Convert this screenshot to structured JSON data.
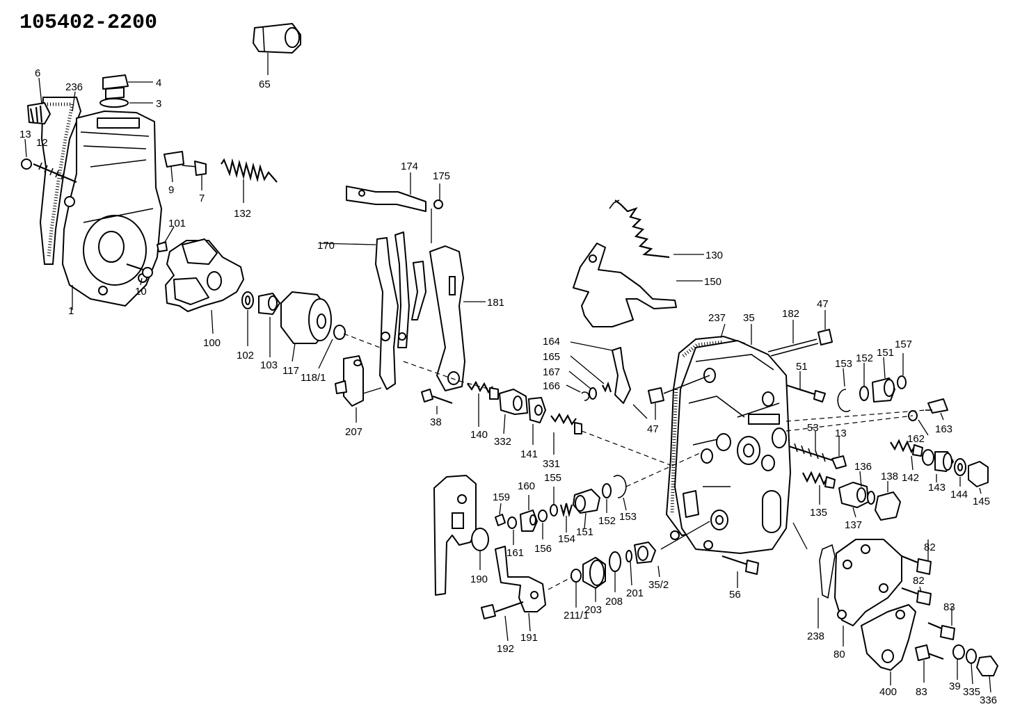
{
  "diagram_id": "105402-2200",
  "labels": {
    "p1": "1",
    "p3": "3",
    "p4": "4",
    "p6": "6",
    "p7": "7",
    "p9": "9",
    "p10": "10",
    "p12": "12",
    "p13a": "13",
    "p13b": "13",
    "p35": "35",
    "p35_2": "35/2",
    "p39": "39",
    "p47a": "47",
    "p47b": "47",
    "p51": "51",
    "p53": "53",
    "p56": "56",
    "p65": "65",
    "p80": "80",
    "p82a": "82",
    "p82b": "82",
    "p83a": "83",
    "p83b": "83",
    "p100": "100",
    "p101": "101",
    "p102": "102",
    "p103": "103",
    "p117": "117",
    "p118_1": "118/1",
    "p130": "130",
    "p132": "132",
    "p135": "135",
    "p136": "136",
    "p137": "137",
    "p138": "138",
    "p140": "140",
    "p141": "141",
    "p142": "142",
    "p143": "143",
    "p144": "144",
    "p145": "145",
    "p150": "150",
    "p151a": "151",
    "p151b": "151",
    "p152a": "152",
    "p152b": "152",
    "p153a": "153",
    "p153b": "153",
    "p154": "154",
    "p155": "155",
    "p156": "156",
    "p157": "157",
    "p159": "159",
    "p160": "160",
    "p161": "161",
    "p162": "162",
    "p163": "163",
    "p164": "164",
    "p165": "165",
    "p166": "166",
    "p167": "167",
    "p170": "170",
    "p174": "174",
    "p175": "175",
    "p181": "181",
    "p182": "182",
    "p190": "190",
    "p191": "191",
    "p192": "192",
    "p201": "201",
    "p203": "203",
    "p207": "207",
    "p208": "208",
    "p211_1": "211/1",
    "p236": "236",
    "p237": "237",
    "p238": "238",
    "p331": "331",
    "p332": "332",
    "p335": "335",
    "p336": "336",
    "p38": "38",
    "p400": "400"
  }
}
